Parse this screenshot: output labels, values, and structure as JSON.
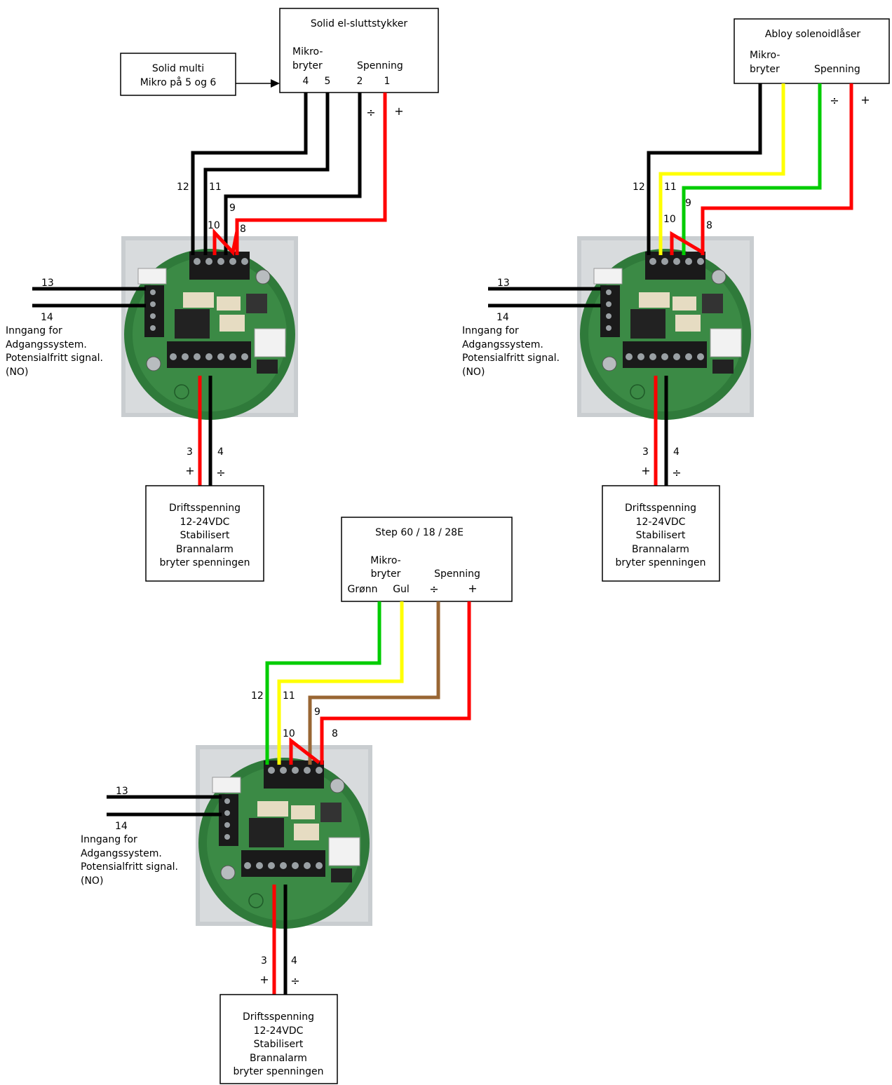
{
  "colors": {
    "black": "#000000",
    "red": "#ff0000",
    "yellow": "#ffff00",
    "green": "#00cc00",
    "brown": "#996633",
    "pcb_green": "#2f7a3a",
    "terminal_black": "#1a1a1a"
  },
  "solid_multi": {
    "line1": "Solid multi",
    "line2": "Mikro på 5 og 6"
  },
  "solid_el": {
    "title": "Solid el-sluttstykker",
    "mikro_line1": "Mikro-",
    "mikro_line2": "bryter",
    "spenning": "Spenning",
    "t4": "4",
    "t5": "5",
    "t2": "2",
    "t1": "1",
    "minus": "÷",
    "plus": "+"
  },
  "abloy": {
    "title": "Abloy solenoidlåser",
    "mikro_line1": "Mikro-",
    "mikro_line2": "bryter",
    "spenning": "Spenning",
    "minus": "÷",
    "plus": "+"
  },
  "step": {
    "title": "Step 60 / 18 / 28E",
    "mikro_line1": "Mikro-",
    "mikro_line2": "bryter",
    "spenning": "Spenning",
    "gronn": "Grønn",
    "gul": "Gul",
    "minus": "÷",
    "plus": "+"
  },
  "terminals": {
    "t12": "12",
    "t11": "11",
    "t10": "10",
    "t9": "9",
    "t8": "8",
    "t13": "13",
    "t14": "14",
    "t3": "3",
    "t4": "4",
    "plus": "+",
    "minus": "÷"
  },
  "input_note": {
    "line1": "Inngang for",
    "line2": "Adgangssystem.",
    "line3": "Potensialfritt signal.",
    "line4": "(NO)"
  },
  "power": {
    "line1": "Driftsspenning",
    "line2": "12-24VDC",
    "line3": "Stabilisert",
    "line4": "Brannalarm",
    "line5": "bryter spenningen"
  }
}
